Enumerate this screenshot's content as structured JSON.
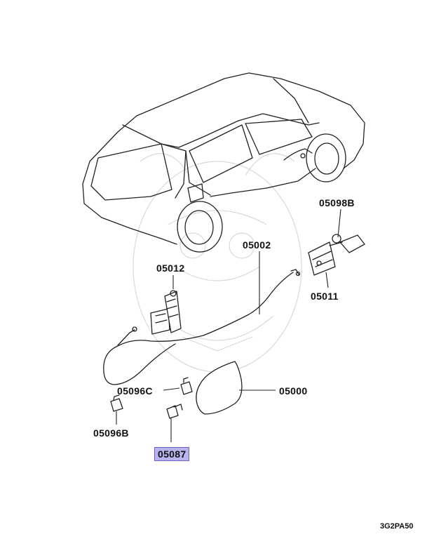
{
  "diagram": {
    "parts": [
      {
        "key": "p05098B",
        "code": "05098B",
        "highlighted": false
      },
      {
        "key": "p05002",
        "code": "05002",
        "highlighted": false
      },
      {
        "key": "p05012",
        "code": "05012",
        "highlighted": false
      },
      {
        "key": "p05011",
        "code": "05011",
        "highlighted": false
      },
      {
        "key": "p05096C",
        "code": "05096C",
        "highlighted": false
      },
      {
        "key": "p05000",
        "code": "05000",
        "highlighted": false
      },
      {
        "key": "p05096B",
        "code": "05096B",
        "highlighted": false
      },
      {
        "key": "p05087",
        "code": "05087",
        "highlighted": true
      }
    ],
    "highlight_color": "#b9b3f0",
    "drawing_code": "3G2PA50",
    "watermark": "samurai-crest-watermark"
  }
}
